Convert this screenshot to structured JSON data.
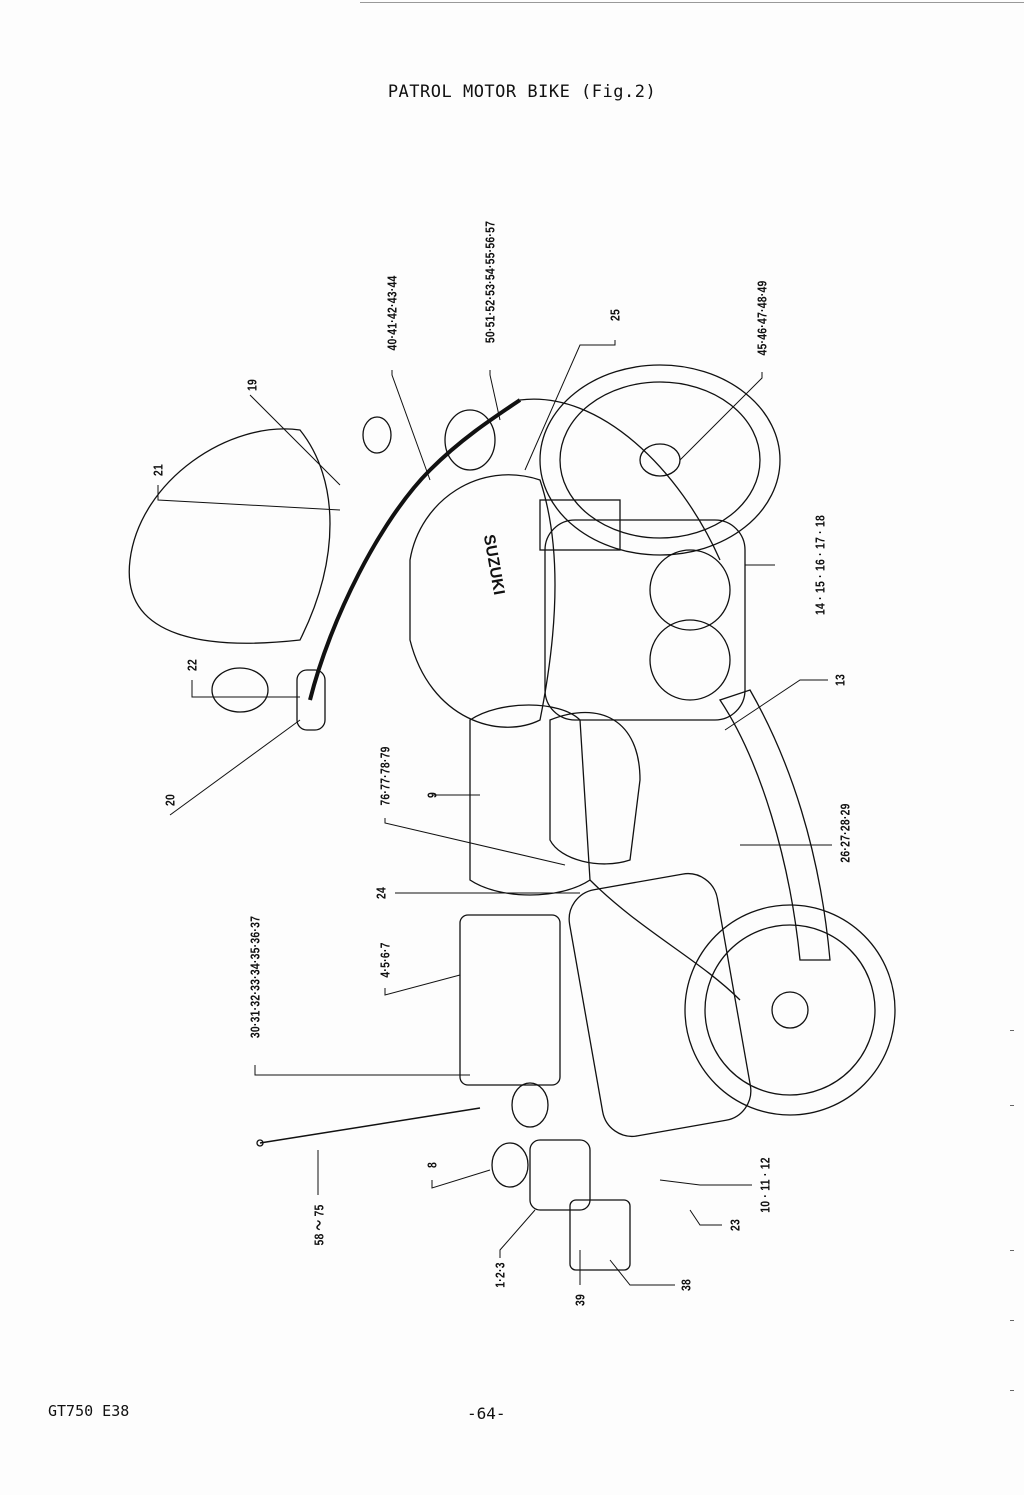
{
  "title": "PATROL MOTOR BIKE (Fig.2)",
  "footer": {
    "model": "GT750 E38",
    "page": "-64-"
  },
  "tank_brand": "SUZUKI",
  "callouts": [
    {
      "id": "c19",
      "text": "19"
    },
    {
      "id": "c21",
      "text": "21"
    },
    {
      "id": "c22",
      "text": "22"
    },
    {
      "id": "c20",
      "text": "20"
    },
    {
      "id": "c40",
      "text": "40·41·42·43·44"
    },
    {
      "id": "c50",
      "text": "50·51·52·53·54·55·56·57"
    },
    {
      "id": "c25",
      "text": "25"
    },
    {
      "id": "c45",
      "text": "45·46·47·48·49"
    },
    {
      "id": "c14",
      "text": "14 · 15 · 16 · 17 · 18"
    },
    {
      "id": "c13",
      "text": "13"
    },
    {
      "id": "c76",
      "text": "76·77·78·79"
    },
    {
      "id": "c9",
      "text": "9"
    },
    {
      "id": "c24",
      "text": "24"
    },
    {
      "id": "c4",
      "text": "4·5·6·7"
    },
    {
      "id": "c30",
      "text": "30·31·32·33·34·35·36·37"
    },
    {
      "id": "c26",
      "text": "26·27·28·29"
    },
    {
      "id": "c58",
      "text": "58 〜 75"
    },
    {
      "id": "c8",
      "text": "8"
    },
    {
      "id": "c1",
      "text": "1·2·3"
    },
    {
      "id": "c39",
      "text": "39"
    },
    {
      "id": "c38",
      "text": "38"
    },
    {
      "id": "c23",
      "text": "23"
    },
    {
      "id": "c10",
      "text": "10 · 11 · 12"
    }
  ]
}
